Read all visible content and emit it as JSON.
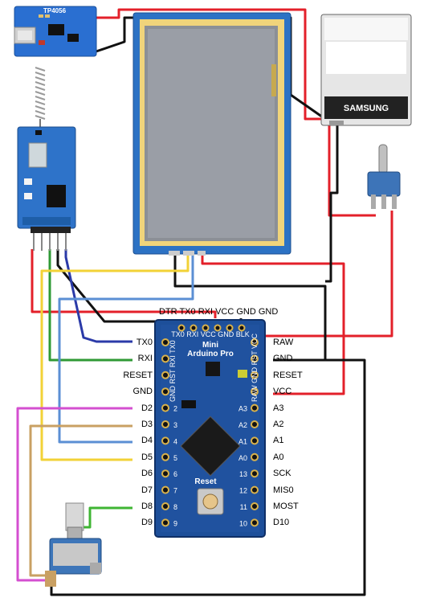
{
  "charger_module": {
    "model_label": "TP4056"
  },
  "battery": {
    "brand_label": "SAMSUNG"
  },
  "arduino": {
    "name_line1": "Mini",
    "name_line2": "Arduino Pro",
    "reset_label": "Reset",
    "top_pins_label": "DTR TX0 RXI VCC GND GND",
    "left_pins": [
      "TX0",
      "RXI",
      "RESET",
      "GND",
      "D2",
      "D3",
      "D4",
      "D5",
      "D6",
      "D7",
      "D8",
      "D9"
    ],
    "right_pins": [
      "RAW",
      "GND",
      "RESET",
      "VCC",
      "A3",
      "A2",
      "A1",
      "A0",
      "SCK",
      "MIS0",
      "MOST",
      "D10"
    ],
    "silk_left_numbers": [
      "2",
      "3",
      "4",
      "5",
      "6",
      "7",
      "8",
      "9"
    ],
    "silk_right_numbers": [
      "A3",
      "A2",
      "A1",
      "A0",
      "13",
      "12",
      "11",
      "10"
    ],
    "silk_top": "TX0 RXI VCC GND BLK",
    "silk_left_top": "GND RST RXI TX0",
    "silk_right_top": "RAW GND RST VCC"
  },
  "wire_colors": {
    "power": "#e3202a",
    "ground": "#111111",
    "tx": "#2b3aa8",
    "rx": "#2f9a35",
    "d2": "#d44fd0",
    "d3": "#c9a063",
    "d4": "#5b8fd4",
    "d5": "#f2d237",
    "d8": "#3fb533"
  }
}
